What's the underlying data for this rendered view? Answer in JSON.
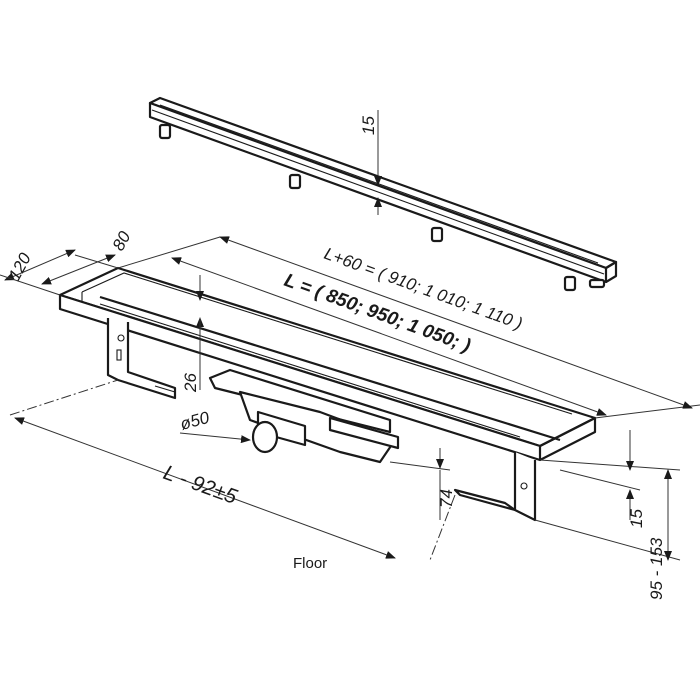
{
  "labels": {
    "grate_height": "15",
    "total_length": "L+60 = ( 910; 1 010; 1 110 )",
    "channel_length": "L = ( 850; 950; 1 050; )",
    "outer_width": "120",
    "inner_width": "80",
    "channel_depth": "26",
    "outlet_diameter": "ø50",
    "cutout_length": "L - 92±5",
    "outlet_height": "74",
    "tile_thickness": "15",
    "install_height": "95 - 153",
    "floor": "Floor"
  }
}
